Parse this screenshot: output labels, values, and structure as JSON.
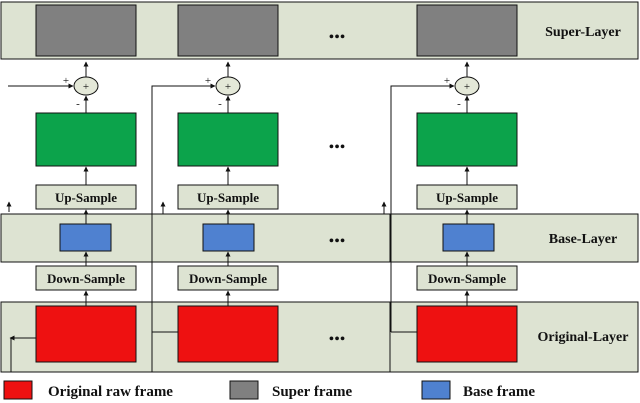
{
  "layers": {
    "super": "Super-Layer",
    "base": "Base-Layer",
    "original": "Original-Layer"
  },
  "blocks": {
    "up_sample": "Up-Sample",
    "down_sample": "Down-Sample"
  },
  "ops": {
    "sum": "+",
    "plus": "+",
    "minus": "-"
  },
  "ellipsis": "•••",
  "legend": {
    "original_raw_frame": "Original raw frame",
    "super_frame": "Super frame",
    "base_frame": "Base frame"
  },
  "colors": {
    "band_fill": "#dde3d2",
    "super_frame": "#808080",
    "residual_frame": "#0ca34b",
    "base_frame": "#4f81d0",
    "original_frame": "#ee1111",
    "sum_node": "#e4e8d8",
    "stroke": "#111111"
  }
}
